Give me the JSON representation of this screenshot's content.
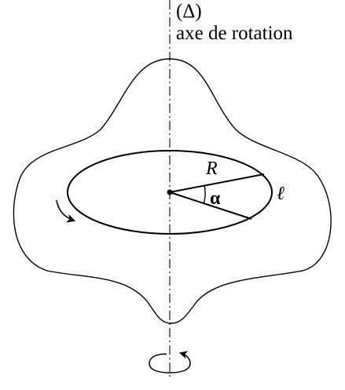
{
  "labels": {
    "axis_symbol": "(Δ)",
    "axis_caption": "axe de rotation",
    "radius": "R",
    "angle": "α",
    "length": "ℓ"
  },
  "colors": {
    "ink": "#000000",
    "background": "#ffffff"
  },
  "icons": {
    "rotation_arrow_side": "curved-arrow-icon",
    "rotation_arrow_bottom": "circular-rotation-arrow-icon"
  }
}
